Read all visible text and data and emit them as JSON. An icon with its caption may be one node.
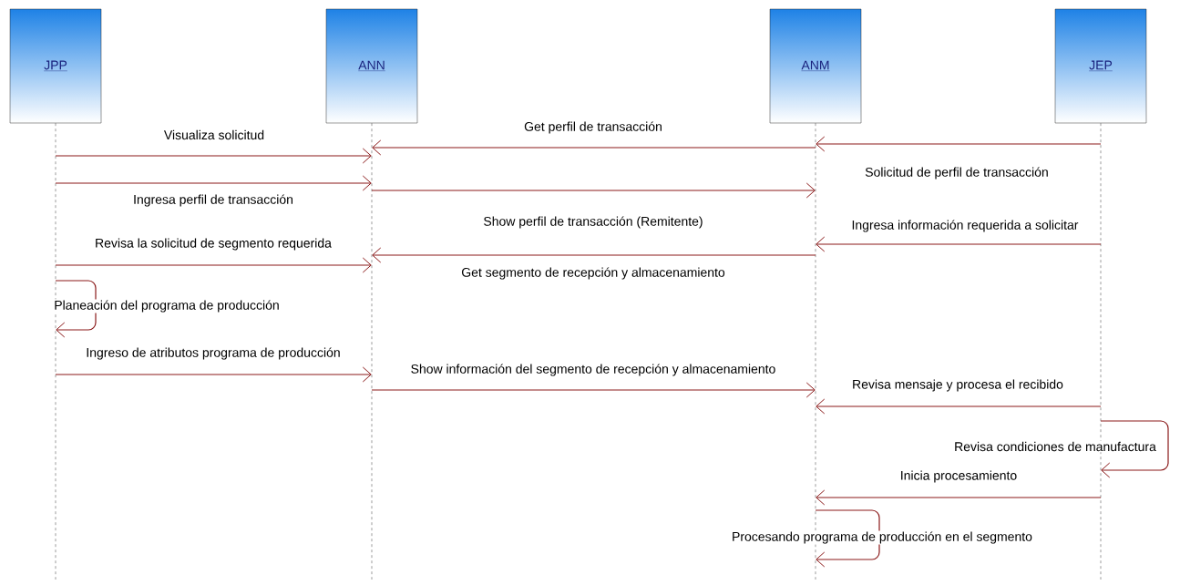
{
  "diagram": {
    "nodes": [
      {
        "text": [
          "JPP"
        ]
      },
      {
        "text": [
          "ANN"
        ]
      },
      {
        "text": [
          "ANM"
        ]
      },
      {
        "text": [
          "JEP"
        ]
      }
    ],
    "edges": [
      {
        "from": 0,
        "to": 1,
        "arrow": "to",
        "label": "Visualiza solicitud"
      },
      {
        "from": 3,
        "to": 2,
        "arrow": "to",
        "label": "Solicitud de perfil de transacción"
      },
      {
        "from": 2,
        "to": 1,
        "arrow": "to",
        "label": "Get perfil de transacción"
      },
      {
        "from": 0,
        "to": 1,
        "arrow": "to",
        "label": "Ingresa perfil de transacción"
      },
      {
        "from": 1,
        "to": 2,
        "arrow": "to",
        "label": "Show perfil de transacción (Remitente)"
      },
      {
        "from": 3,
        "to": 2,
        "arrow": "to",
        "label": "Ingresa información requerida a solicitar"
      },
      {
        "from": 2,
        "to": 1,
        "arrow": "to",
        "label": "Get segmento de recepción y almacenamiento"
      },
      {
        "from": 0,
        "to": 1,
        "arrow": "to",
        "label": "Revisa la solicitud de segmento requerida"
      },
      {
        "from": 0,
        "to": 0,
        "arrow": "to",
        "label": "Planeación del programa de producción"
      },
      {
        "from": 0,
        "to": 1,
        "arrow": "to",
        "label": "Ingreso de atributos programa de producción"
      },
      {
        "from": 1,
        "to": 2,
        "arrow": "to",
        "label": "Show información del segmento de recepción y almacenamiento"
      },
      {
        "from": 3,
        "to": 2,
        "arrow": "to",
        "label": "Revisa mensaje y procesa el recibido"
      },
      {
        "from": 3,
        "to": 3,
        "arrow": "to",
        "label": "Revisa condiciones de manufactura"
      },
      {
        "from": 3,
        "to": 2,
        "arrow": "to",
        "label": "Inicia procesamiento"
      },
      {
        "from": 2,
        "to": 2,
        "arrow": "to",
        "label": "Procesando programa de producción en el segmento"
      }
    ]
  }
}
